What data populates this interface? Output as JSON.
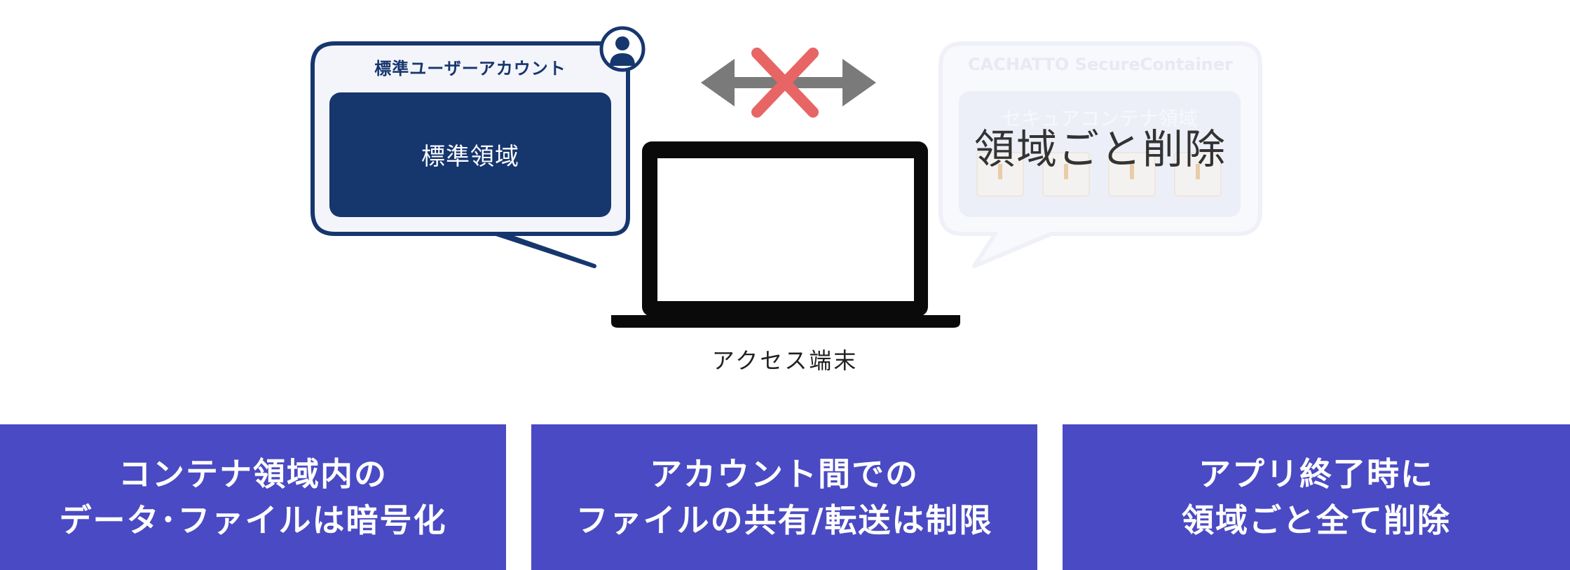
{
  "standard_account": {
    "title": "標準ユーザーアカウント",
    "area_label": "標準領域"
  },
  "secure_container": {
    "title": "CACHATTO SecureContainer",
    "area_label": "セキュアコンテナ領域",
    "file_count": 4
  },
  "delete_overlay": "領域ごと削除",
  "device_label": "アクセス端末",
  "panels": [
    {
      "text": "コンテナ領域内の\nデータ･ファイルは暗号化"
    },
    {
      "text": "アカウント間での\nファイルの共有/転送は制限"
    },
    {
      "text": "アプリ終了時に\n領域ごと全て削除"
    }
  ],
  "colors": {
    "navy": "#16366e",
    "panel_blue": "#4a4ac4",
    "faded_blue": "#eceef8",
    "arrow_gray": "#7a7a7a",
    "cross_red": "#e86565"
  }
}
